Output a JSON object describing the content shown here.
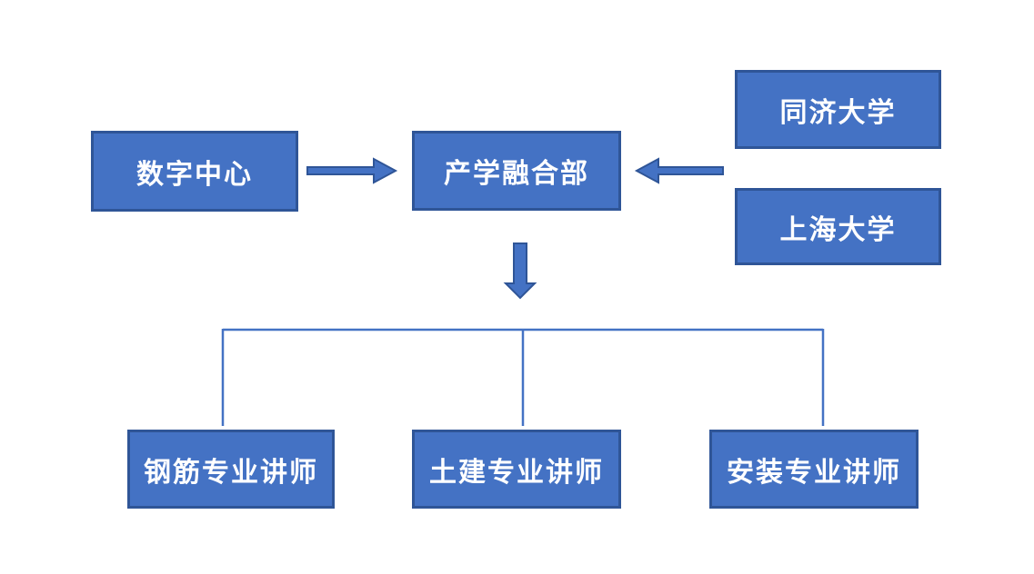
{
  "diagram": {
    "type": "org-flow-chart",
    "colors": {
      "background": "#FFFFFF",
      "node_fill": "#4472C4",
      "node_border": "#2F5597",
      "node_text": "#FFFFFF",
      "arrow_fill": "#4472C4",
      "arrow_border": "#2F5597",
      "connector": "#4472C4"
    },
    "nodes": {
      "digital_center": {
        "label": "数字中心"
      },
      "industry_academia_dept": {
        "label": "产学融合部"
      },
      "tongji_university": {
        "label": "同济大学"
      },
      "shanghai_university": {
        "label": "上海大学"
      },
      "rebar_lecturer": {
        "label": "钢筋专业讲师"
      },
      "civil_lecturer": {
        "label": "土建专业讲师"
      },
      "installation_lecturer": {
        "label": "安装专业讲师"
      }
    },
    "edges": [
      {
        "from": "数字中心",
        "to": "产学融合部",
        "style": "block-arrow",
        "direction": "right"
      },
      {
        "from": "同济大学 / 上海大学",
        "to": "产学融合部",
        "style": "block-arrow",
        "direction": "left"
      },
      {
        "from": "产学融合部",
        "to": "讲师层",
        "style": "block-arrow",
        "direction": "down"
      },
      {
        "from": "产学融合部",
        "to": [
          "钢筋专业讲师",
          "土建专业讲师",
          "安装专业讲师"
        ],
        "style": "elbow-connector-tree"
      }
    ]
  }
}
